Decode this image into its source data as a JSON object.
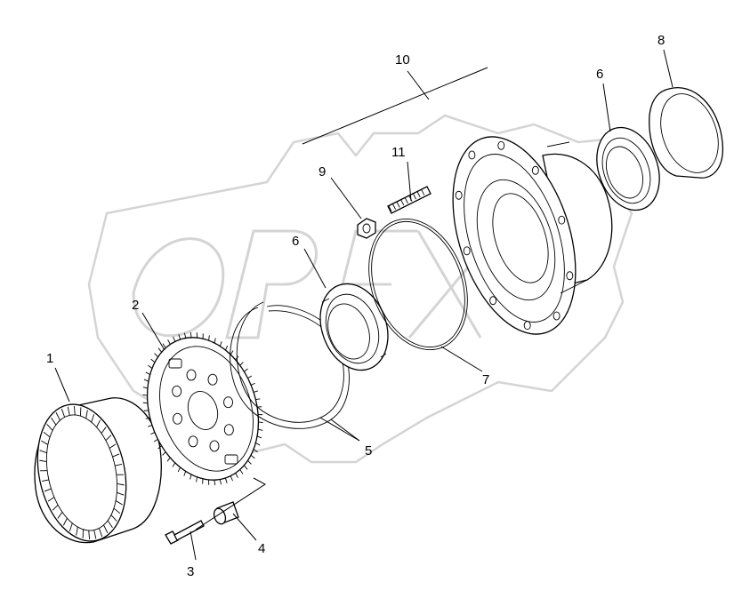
{
  "callouts": [
    {
      "id": "1",
      "label": "1"
    },
    {
      "id": "2",
      "label": "2"
    },
    {
      "id": "3",
      "label": "3"
    },
    {
      "id": "4",
      "label": "4"
    },
    {
      "id": "5",
      "label": "5"
    },
    {
      "id": "6a",
      "label": "6"
    },
    {
      "id": "6b",
      "label": "6"
    },
    {
      "id": "7",
      "label": "7"
    },
    {
      "id": "8",
      "label": "8"
    },
    {
      "id": "9",
      "label": "9"
    },
    {
      "id": "10",
      "label": "10"
    },
    {
      "id": "11",
      "label": "11"
    }
  ],
  "watermark": {
    "text": "OPEX"
  },
  "colors": {
    "line": "#000000",
    "watermark": "#d4d4d4",
    "background": "#ffffff"
  }
}
